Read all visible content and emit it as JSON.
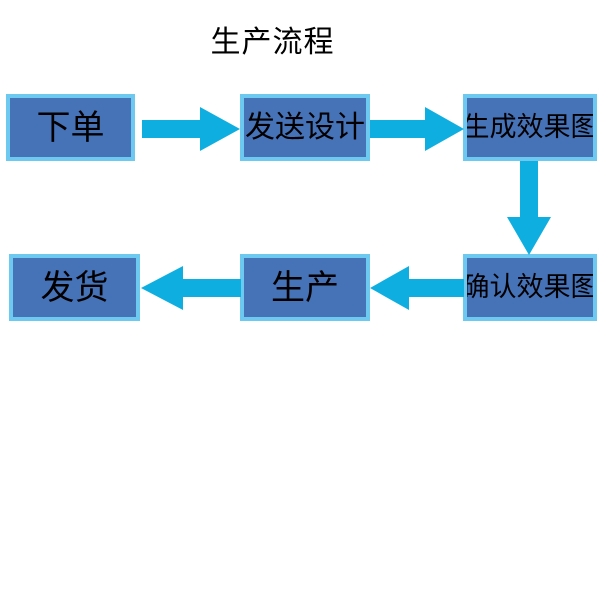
{
  "diagram": {
    "title": "生产流程",
    "type": "flowchart",
    "background_color": "#ffffff",
    "node_fill_color": "#4672B8",
    "node_border_color": "#6DC9EF",
    "arrow_color": "#0FAEE0",
    "text_color": "#000000",
    "nodes": [
      {
        "id": "n1",
        "label": "下单",
        "row": 1,
        "col": 1
      },
      {
        "id": "n2",
        "label": "发送设计",
        "row": 1,
        "col": 2
      },
      {
        "id": "n3",
        "label": "生成效果图",
        "row": 1,
        "col": 3
      },
      {
        "id": "n4",
        "label": "发货",
        "row": 2,
        "col": 1
      },
      {
        "id": "n5",
        "label": "生产",
        "row": 2,
        "col": 2
      },
      {
        "id": "n6",
        "label": "确认效果图",
        "row": 2,
        "col": 3
      }
    ],
    "connections": [
      {
        "from": "下单",
        "to": "发送设计",
        "direction": "right"
      },
      {
        "from": "发送设计",
        "to": "生成效果图",
        "direction": "right"
      },
      {
        "from": "生成效果图",
        "to": "确认效果图",
        "direction": "down"
      },
      {
        "from": "确认效果图",
        "to": "生产",
        "direction": "left"
      },
      {
        "from": "生产",
        "to": "发货",
        "direction": "left"
      }
    ]
  }
}
